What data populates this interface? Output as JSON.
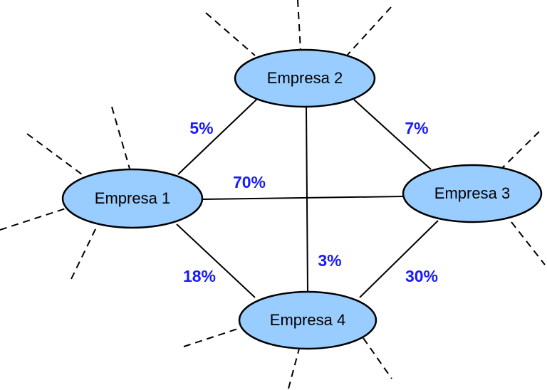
{
  "nodes": [
    {
      "id": "e1",
      "label": "Empresa 1"
    },
    {
      "id": "e2",
      "label": "Empresa 2"
    },
    {
      "id": "e3",
      "label": "Empresa 3"
    },
    {
      "id": "e4",
      "label": "Empresa 4"
    }
  ],
  "edges": [
    {
      "from": "e1",
      "to": "e2",
      "label": "5%"
    },
    {
      "from": "e2",
      "to": "e3",
      "label": "7%"
    },
    {
      "from": "e1",
      "to": "e3",
      "label": "70%"
    },
    {
      "from": "e2",
      "to": "e4",
      "label": "3%"
    },
    {
      "from": "e1",
      "to": "e4",
      "label": "18%"
    },
    {
      "from": "e3",
      "to": "e4",
      "label": "30%"
    }
  ],
  "colors": {
    "node_fill": "#99ccff",
    "label": "#1a1aff"
  }
}
